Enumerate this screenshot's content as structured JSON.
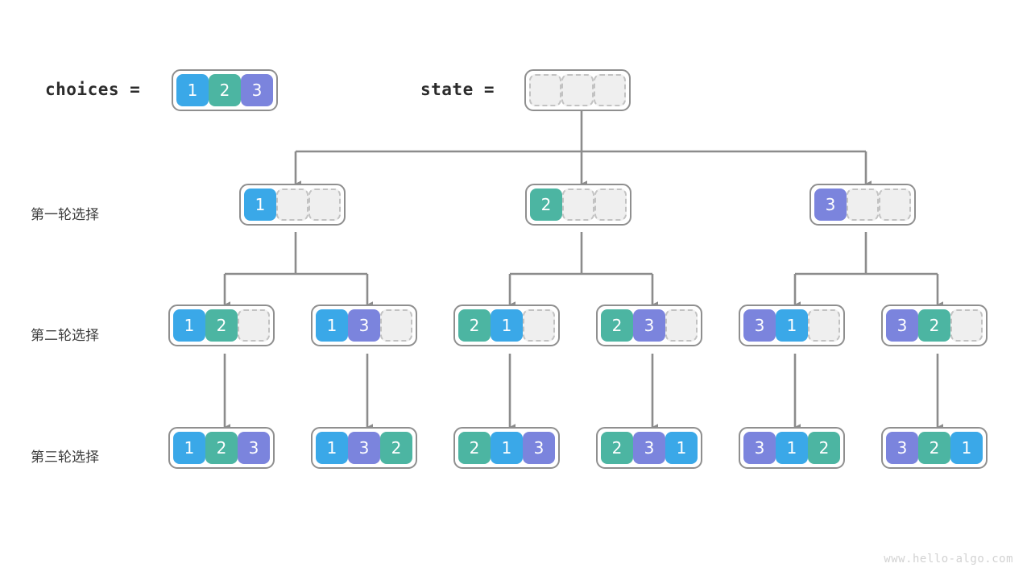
{
  "palette": {
    "blue": "#3aa8e8",
    "green": "#4cb5a2",
    "purple": "#7b84dd",
    "empty_fill": "#efefef",
    "empty_border": "#c2c2c2",
    "node_border": "#8f8f8f",
    "edge": "#8c8c8c",
    "text_dark": "#2b2b2b",
    "watermark": "#d2d2d2"
  },
  "header": {
    "choices_label": "choices  =",
    "state_label": "state  =",
    "choices_values": [
      "1",
      "2",
      "3"
    ],
    "state_values": [
      "",
      "",
      ""
    ]
  },
  "row_labels": [
    "第一轮选择",
    "第二轮选择",
    "第三轮选择"
  ],
  "rows": [
    {
      "label": "第一轮选择",
      "nodes": [
        {
          "values": [
            "1",
            "",
            ""
          ]
        },
        {
          "values": [
            "2",
            "",
            ""
          ]
        },
        {
          "values": [
            "3",
            "",
            ""
          ]
        }
      ]
    },
    {
      "label": "第二轮选择",
      "nodes": [
        {
          "values": [
            "1",
            "2",
            ""
          ]
        },
        {
          "values": [
            "1",
            "3",
            ""
          ]
        },
        {
          "values": [
            "2",
            "1",
            ""
          ]
        },
        {
          "values": [
            "2",
            "3",
            ""
          ]
        },
        {
          "values": [
            "3",
            "1",
            ""
          ]
        },
        {
          "values": [
            "3",
            "2",
            ""
          ]
        }
      ]
    },
    {
      "label": "第三轮选择",
      "nodes": [
        {
          "values": [
            "1",
            "2",
            "3"
          ]
        },
        {
          "values": [
            "1",
            "3",
            "2"
          ]
        },
        {
          "values": [
            "2",
            "1",
            "3"
          ]
        },
        {
          "values": [
            "2",
            "3",
            "1"
          ]
        },
        {
          "values": [
            "3",
            "1",
            "2"
          ]
        },
        {
          "values": [
            "3",
            "2",
            "1"
          ]
        }
      ]
    }
  ],
  "watermark": "www.hello-algo.com"
}
